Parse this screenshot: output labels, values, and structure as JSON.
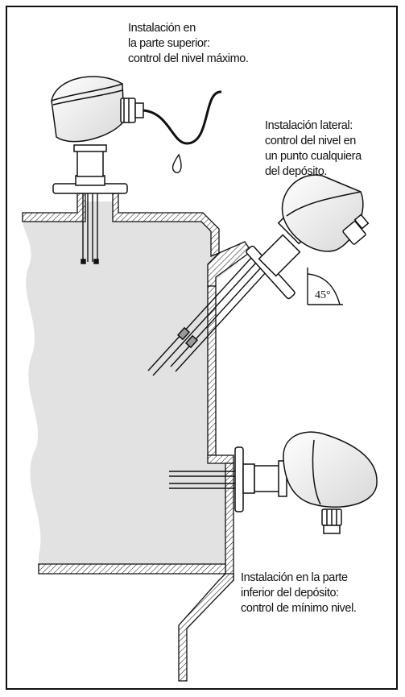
{
  "labels": {
    "top": {
      "line1": "Instalación en",
      "line2": "la parte superior:",
      "line3": "control del nivel máximo."
    },
    "side": {
      "line1": "Instalación lateral:",
      "line2": "control del nivel en",
      "line3": "un punto cualquiera",
      "line4": "del depósito."
    },
    "bottom": {
      "line1": "Instalación en la parte",
      "line2": "inferior del depósito:",
      "line3": "control de mínimo nivel."
    }
  },
  "angle_label": "45°",
  "colors": {
    "liquid": "#e2e2e2",
    "outline": "#111111",
    "background": "#ffffff"
  }
}
